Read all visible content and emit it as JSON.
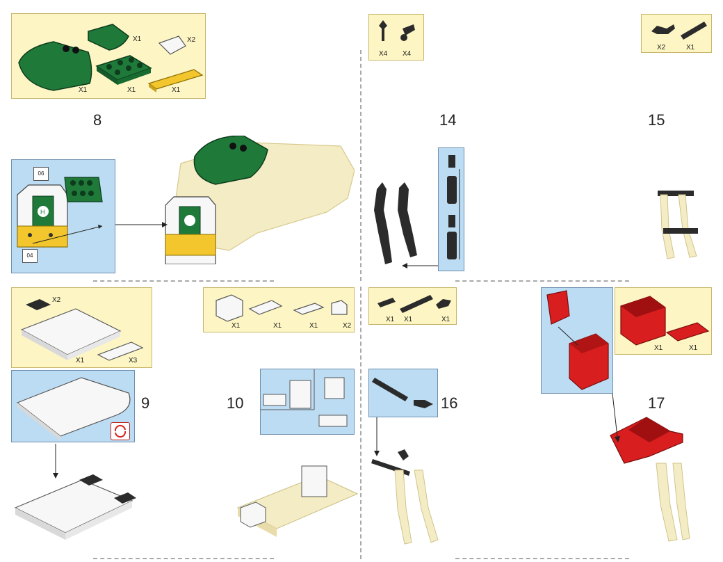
{
  "steps": {
    "s8": "8",
    "s9": "9",
    "s10": "10",
    "s14": "14",
    "s15": "15",
    "s16": "16",
    "s17": "17"
  },
  "labels": {
    "b8": "06",
    "b8b": "04"
  },
  "qty": {
    "s8_a": "X1",
    "s8_b": "X2",
    "s8_c": "X1",
    "s8_d": "X1",
    "s8_e": "X1",
    "s9_a": "X2",
    "s9_b": "X1",
    "s9_c": "X3",
    "s10_a": "X1",
    "s10_b": "X1",
    "s10_c": "X1",
    "s10_d": "X2",
    "s14_a": "X4",
    "s14_b": "X4",
    "s15_a": "X2",
    "s15_b": "X1",
    "s16_a": "X1",
    "s16_b": "X1",
    "s16_c": "X1",
    "s17_a": "X1",
    "s17_b": "X1"
  },
  "colors": {
    "green": "#1f7a3a",
    "red": "#d81e1e",
    "black": "#2b2b2b",
    "tan": "#f4ecc4",
    "yellow": "#f2c62c",
    "white": "#f7f7f7"
  }
}
